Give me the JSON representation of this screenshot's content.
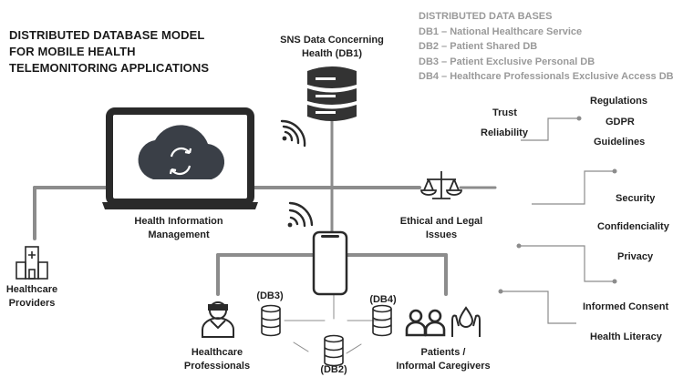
{
  "title": [
    "DISTRIBUTED DATABASE MODEL",
    "FOR MOBILE HEALTH",
    "TELEMONITORING APPLICATIONS"
  ],
  "legend": {
    "heading": "DISTRIBUTED DATA BASES",
    "items": [
      "DB1 – National Healthcare Service",
      "DB2 – Patient Shared DB",
      "DB3 – Patient Exclusive Personal DB",
      "DB4 – Healthcare Professionals Exclusive Access DB"
    ]
  },
  "nodes": {
    "sns": [
      "SNS Data Concerning",
      "Health (DB1)"
    ],
    "him": [
      "Health Information",
      "Management"
    ],
    "providers": [
      "Healthcare",
      "Providers"
    ],
    "ethical": [
      "Ethical and Legal",
      "Issues"
    ],
    "professionals": [
      "Healthcare",
      "Professionals"
    ],
    "patients": [
      "Patients /",
      "Informal Caregivers"
    ],
    "db3": "(DB3)",
    "db4": "(DB4)",
    "db2": "(DB2)"
  },
  "issues": {
    "trust": "Trust",
    "reliability": "Reliability",
    "regulations": "Regulations",
    "gdpr": "GDPR",
    "guidelines": "Guidelines",
    "security": "Security",
    "confidenciality": "Confidenciality",
    "privacy": "Privacy",
    "informed_consent": "Informed Consent",
    "health_literacy": "Health Literacy"
  },
  "icons": [
    "cloud-sync-icon",
    "database-icon",
    "wifi-signal-icon",
    "laptop-icon",
    "hospital-icon",
    "scales-icon",
    "smartphone-icon",
    "doctor-icon",
    "patients-icon",
    "caregiver-hands-icon"
  ],
  "colors": {
    "lines": "#8c8c8c",
    "icons": "#2a2a2a",
    "cloud": "#3a3f47",
    "legend_text": "#9a9a9a"
  }
}
